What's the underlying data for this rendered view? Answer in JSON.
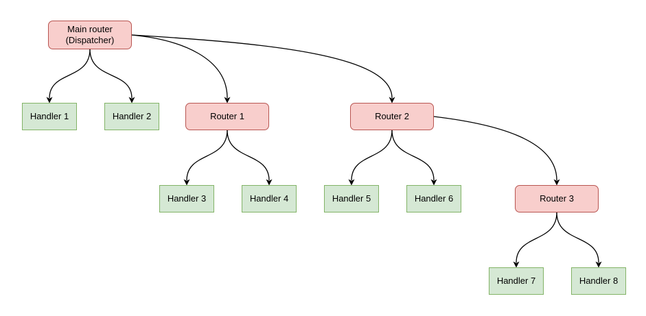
{
  "diagram": {
    "colors": {
      "background": "#ffffff",
      "router_fill": "#f8cecc",
      "router_border": "#b85450",
      "handler_fill": "#d5e8d4",
      "handler_border": "#82b366",
      "edge": "#000000"
    },
    "nodes": [
      {
        "id": "main-router",
        "label": "Main router (Dispatcher)",
        "type": "router"
      },
      {
        "id": "handler-1",
        "label": "Handler 1",
        "type": "handler"
      },
      {
        "id": "handler-2",
        "label": "Handler 2",
        "type": "handler"
      },
      {
        "id": "router-1",
        "label": "Router 1",
        "type": "router"
      },
      {
        "id": "router-2",
        "label": "Router 2",
        "type": "router"
      },
      {
        "id": "handler-3",
        "label": "Handler 3",
        "type": "handler"
      },
      {
        "id": "handler-4",
        "label": "Handler 4",
        "type": "handler"
      },
      {
        "id": "handler-5",
        "label": "Handler 5",
        "type": "handler"
      },
      {
        "id": "handler-6",
        "label": "Handler 6",
        "type": "handler"
      },
      {
        "id": "router-3",
        "label": "Router 3",
        "type": "router"
      },
      {
        "id": "handler-7",
        "label": "Handler 7",
        "type": "handler"
      },
      {
        "id": "handler-8",
        "label": "Handler 8",
        "type": "handler"
      }
    ],
    "edges": [
      {
        "from": "main-router",
        "to": "handler-1"
      },
      {
        "from": "main-router",
        "to": "handler-2"
      },
      {
        "from": "main-router",
        "to": "router-1"
      },
      {
        "from": "main-router",
        "to": "router-2"
      },
      {
        "from": "router-1",
        "to": "handler-3"
      },
      {
        "from": "router-1",
        "to": "handler-4"
      },
      {
        "from": "router-2",
        "to": "handler-5"
      },
      {
        "from": "router-2",
        "to": "handler-6"
      },
      {
        "from": "router-2",
        "to": "router-3"
      },
      {
        "from": "router-3",
        "to": "handler-7"
      },
      {
        "from": "router-3",
        "to": "handler-8"
      }
    ]
  }
}
